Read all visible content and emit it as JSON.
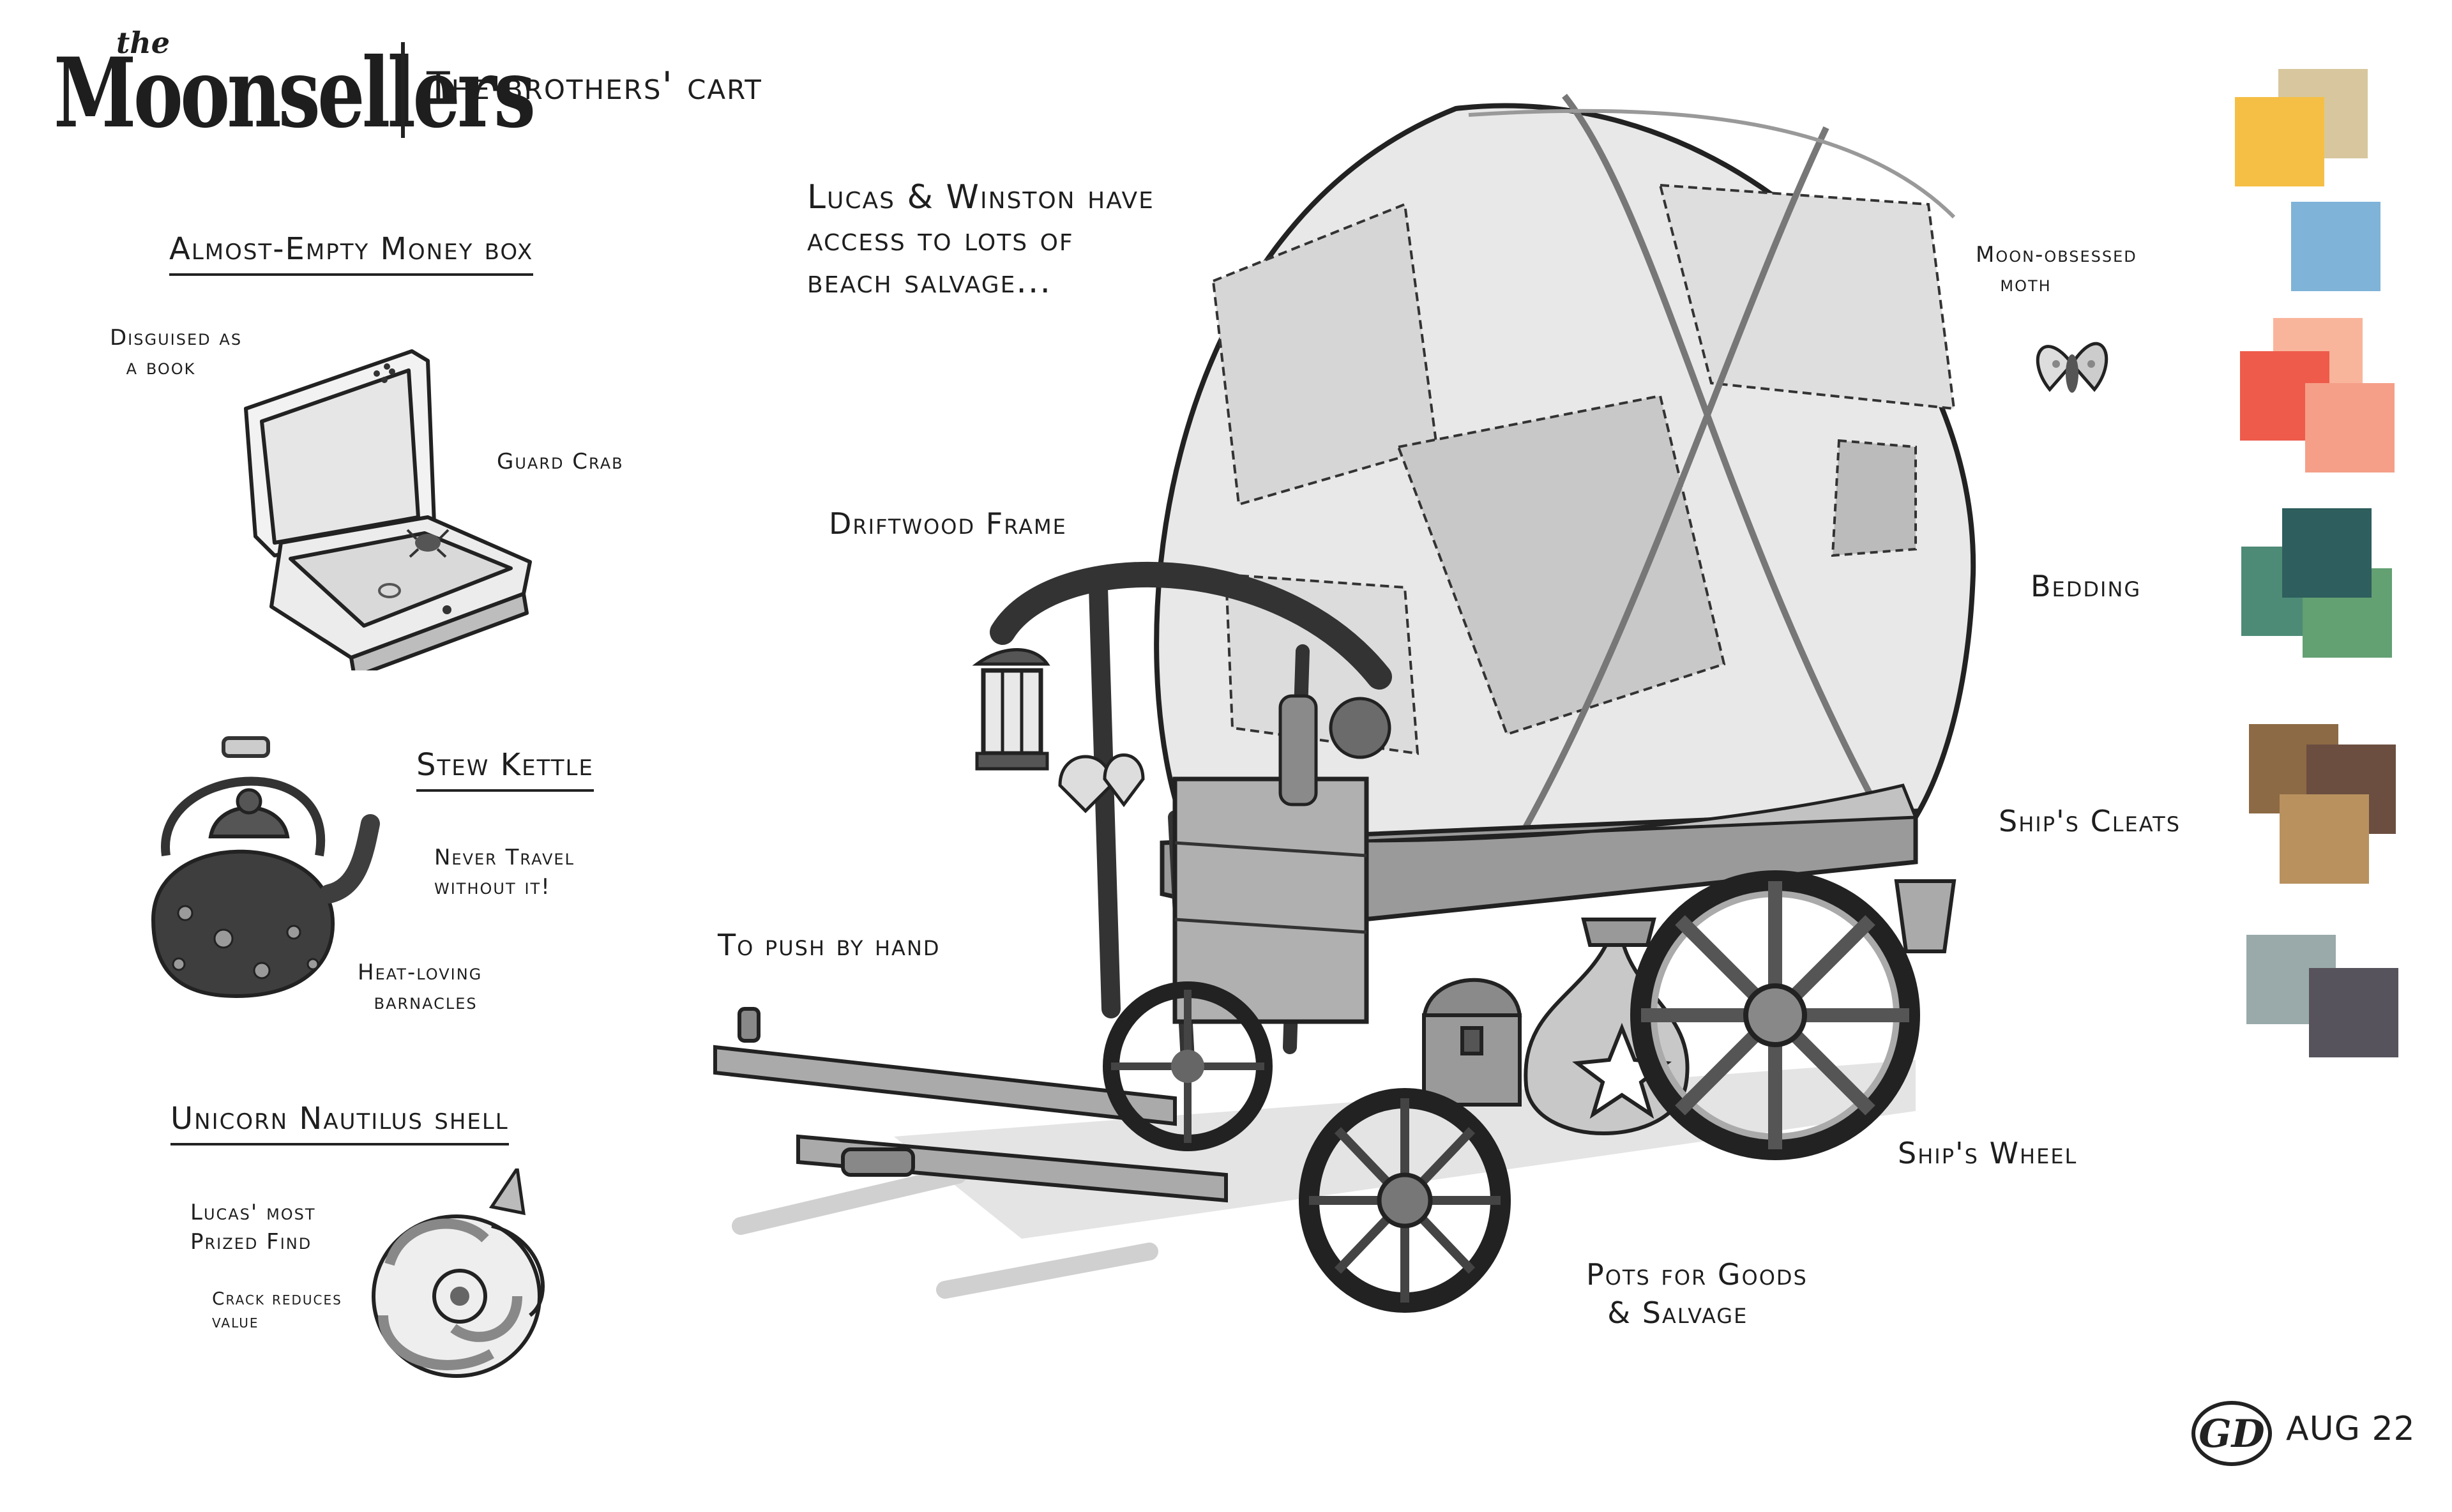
{
  "header": {
    "logo_small": "the",
    "logo_main": "Moonsellers",
    "subtitle": "The brothers' cart"
  },
  "props": {
    "money_box": {
      "title": "Almost-Empty Money box",
      "note_disguise": "Disguised as\n  a book",
      "note_crab": "Guard Crab"
    },
    "kettle": {
      "title": "Stew Kettle",
      "note_travel": "Never Travel\nwithout it!",
      "note_barnacles": "Heat-loving\n  barnacles"
    },
    "nautilus": {
      "title": "Unicorn Nautilus shell",
      "note_prized": "Lucas' most\nPrized Find",
      "note_crack": "Crack reduces\nvalue"
    }
  },
  "cart": {
    "intro": "Lucas & Winston have\naccess to lots of\nbeach salvage...",
    "labels": {
      "driftwood": "Driftwood Frame",
      "moth": "Moon-obsessed\n   moth",
      "bedding": "Bedding",
      "cleats": "Ship's Cleats",
      "push": "To push by hand",
      "wheel": "Ship's Wheel",
      "pots": "Pots for Goods\n  & Salvage"
    }
  },
  "palette": {
    "swatches": [
      {
        "name": "sand",
        "color": "#d8c79e"
      },
      {
        "name": "yellow",
        "color": "#f5bf45"
      },
      {
        "name": "blue",
        "color": "#7fb3d8"
      },
      {
        "name": "peach",
        "color": "#f9b59b"
      },
      {
        "name": "red",
        "color": "#ee5b4b"
      },
      {
        "name": "salmon",
        "color": "#f59f88"
      },
      {
        "name": "dark-teal",
        "color": "#2e5e5e"
      },
      {
        "name": "teal",
        "color": "#4d8b76"
      },
      {
        "name": "green",
        "color": "#63a072"
      },
      {
        "name": "brown",
        "color": "#8c6a45"
      },
      {
        "name": "dark-brown",
        "color": "#6b4e40"
      },
      {
        "name": "tan",
        "color": "#b8915f"
      },
      {
        "name": "grey-blue",
        "color": "#9aaaaa"
      },
      {
        "name": "charcoal",
        "color": "#57535c"
      }
    ]
  },
  "footer": {
    "signature": "GD",
    "date": "AUG 22"
  }
}
